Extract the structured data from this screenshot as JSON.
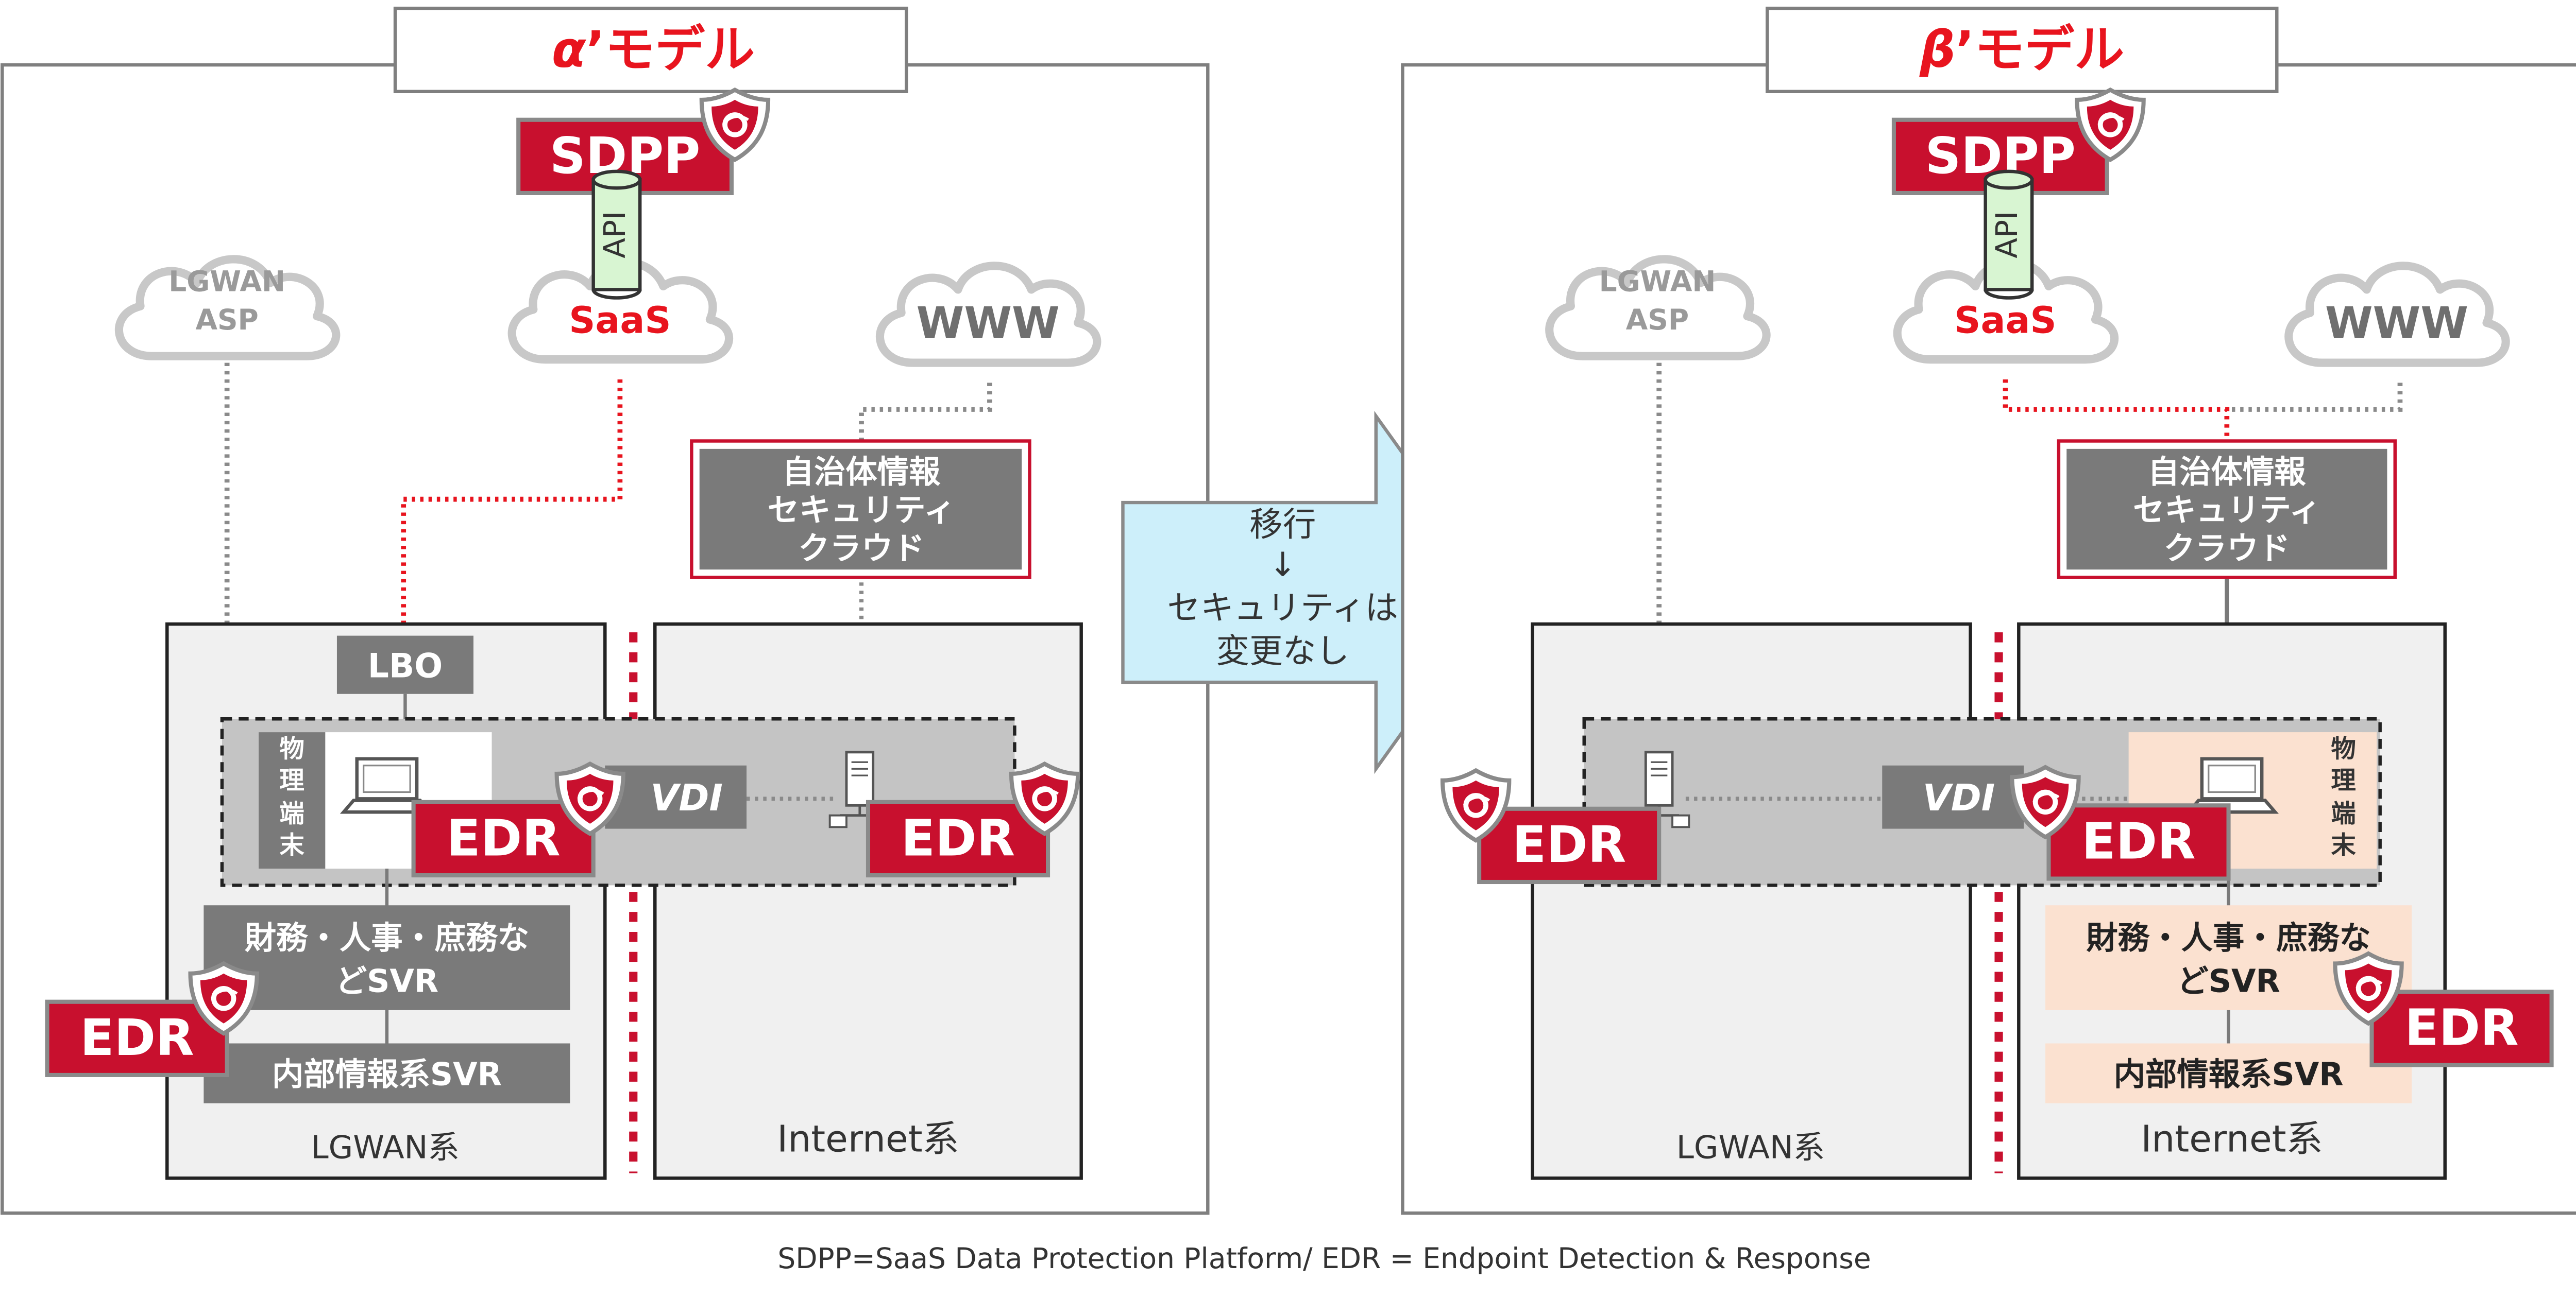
{
  "alpha": {
    "title_symbol": "α",
    "title_rest": "’モデル",
    "sdpp": "SDPP",
    "api": "API",
    "saas": "SaaS",
    "lgwan_asp_line1": "LGWAN",
    "lgwan_asp_line2": "ASP",
    "www": "WWW",
    "cloud_line1": "自治体情報",
    "cloud_line2": "セキュリティ",
    "cloud_line3": "クラウド",
    "lbo": "LBO",
    "physical_terminal": [
      "物",
      "理",
      "端",
      "末"
    ],
    "vdi": "VDI",
    "edr": "EDR",
    "finance_line1": "財務・人事・庶務な",
    "finance_line2": "どSVR",
    "internal_svr": "内部情報系SVR",
    "lgwan_zone": "LGWAN系",
    "internet_zone": "Internet系"
  },
  "beta": {
    "title_symbol": "β",
    "title_rest": "’モデル",
    "sdpp": "SDPP",
    "api": "API",
    "saas": "SaaS",
    "lgwan_asp_line1": "LGWAN",
    "lgwan_asp_line2": "ASP",
    "www": "WWW",
    "cloud_line1": "自治体情報",
    "cloud_line2": "セキュリティ",
    "cloud_line3": "クラウド",
    "physical_terminal": [
      "物",
      "理",
      "端",
      "末"
    ],
    "vdi": "VDI",
    "edr": "EDR",
    "finance_line1": "財務・人事・庶務な",
    "finance_line2": "どSVR",
    "internal_svr": "内部情報系SVR",
    "lgwan_zone": "LGWAN系",
    "internet_zone": "Internet系"
  },
  "migration": {
    "line1": "移行",
    "line2": "↓",
    "line3": "セキュリティは",
    "line4": "変更なし"
  },
  "footnote": "SDPP=SaaS Data Protection Platform/ EDR = Endpoint Detection & Response",
  "colors": {
    "brand_red": "#c8102e",
    "title_red": "#e8141e",
    "dark_gray": "#7a7a7a",
    "zone_fill": "#f0f0f0",
    "vdi_band": "#c4c4c4",
    "api_green": "#d8f5d2",
    "arrow_blue": "#cdeffa",
    "peach": "#fbe1d0"
  },
  "icons": [
    "shield-icon",
    "laptop-icon",
    "server-icon",
    "cloud-icon",
    "database-icon",
    "arrow-right-icon"
  ]
}
